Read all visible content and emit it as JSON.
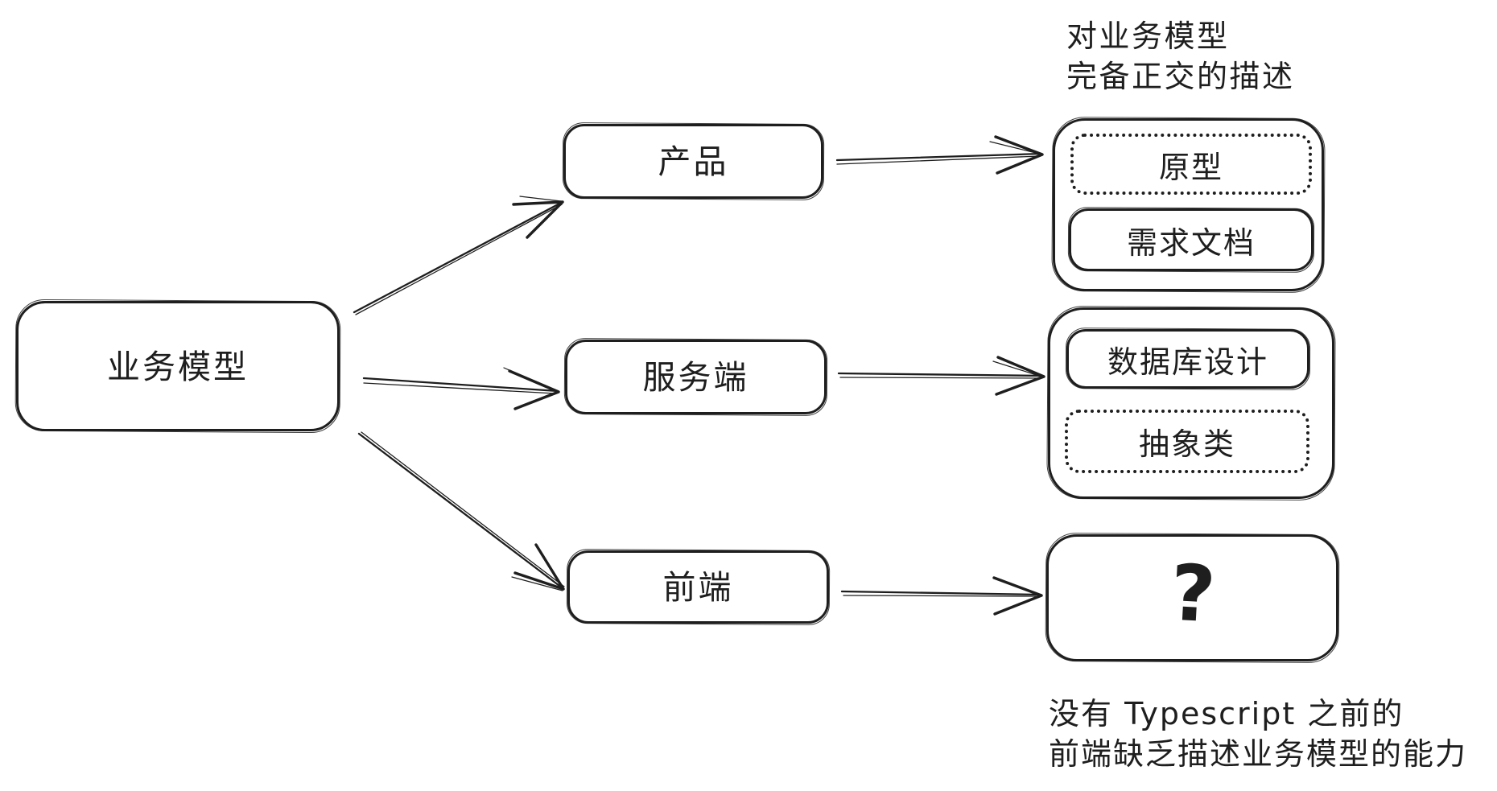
{
  "canvas": {
    "background": "#ffffff",
    "ink": "#1e1e1e"
  },
  "nodes": {
    "business_model": {
      "label": "业务模型"
    },
    "product": {
      "label": "产品"
    },
    "server_side": {
      "label": "服务端"
    },
    "frontend": {
      "label": "前端"
    },
    "prototype": {
      "label": "原型",
      "border": "dotted"
    },
    "requirements_doc": {
      "label": "需求文档",
      "border": "solid"
    },
    "database_design": {
      "label": "数据库设计",
      "border": "solid"
    },
    "abstract_class": {
      "label": "抽象类",
      "border": "dotted"
    },
    "frontend_artifact": {
      "label": "?"
    }
  },
  "annotations": {
    "top_note": "对业务模型\n完备正交的描述",
    "bottom_note": "没有 Typescript 之前的\n前端缺乏描述业务模型的能力"
  },
  "edges": [
    {
      "from": "业务模型",
      "to": "产品"
    },
    {
      "from": "业务模型",
      "to": "服务端"
    },
    {
      "from": "业务模型",
      "to": "前端"
    },
    {
      "from": "产品",
      "to": "原型 / 需求文档"
    },
    {
      "from": "服务端",
      "to": "数据库设计 / 抽象类"
    },
    {
      "from": "前端",
      "to": "?"
    }
  ]
}
